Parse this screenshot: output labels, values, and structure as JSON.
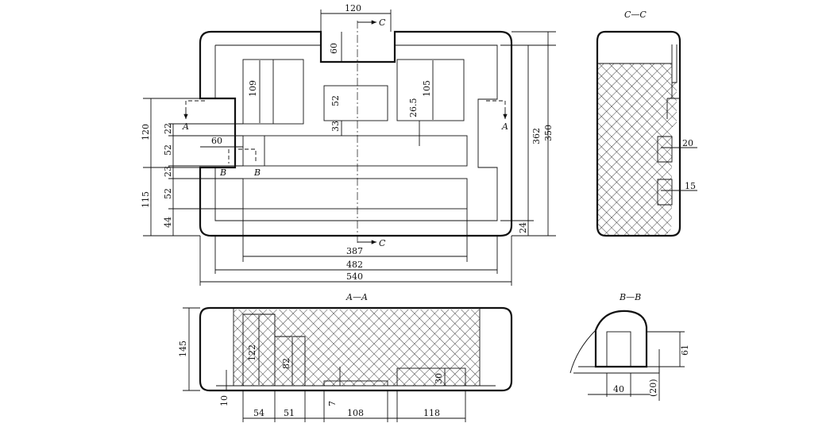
{
  "section_labels": {
    "cc_title": "C—C",
    "aa_title": "A—A",
    "bb_title": "B—B",
    "c_top": "C",
    "c_bottom": "C",
    "a_left": "A",
    "a_right": "A",
    "b_left": "B",
    "b_mid": "B"
  },
  "plan_dimensions": {
    "top_notch_width": "120",
    "top_notch_depth": "60",
    "left_block_height": "109",
    "center_block_height": "52",
    "center_block_offset": "33",
    "right_block_depth": "26.5",
    "right_block_height": "105",
    "left_step_120": "120",
    "left_step_22": "22",
    "left_step_52a": "52",
    "left_step_23": "23",
    "left_step_52b": "52",
    "left_step_44": "44",
    "left_step_115": "115",
    "slot_offset_60": "60",
    "inner_height": "362",
    "overall_height": "350",
    "bottom_offset": "24",
    "slot_length": "387",
    "inner_width": "482",
    "overall_width": "540"
  },
  "cc_dimensions": {
    "groove_upper": "20",
    "groove_lower": "15"
  },
  "aa_dimensions": {
    "overall_height": "145",
    "pocket_left_height": "122",
    "pocket_mid_height": "82",
    "base_thickness": "10",
    "pocket_right_height": "30",
    "rib_height": "7",
    "width_54": "54",
    "width_51": "51",
    "width_108": "108",
    "width_118": "118"
  },
  "bb_dimensions": {
    "height": "61",
    "width": "40",
    "base": "(20)"
  }
}
